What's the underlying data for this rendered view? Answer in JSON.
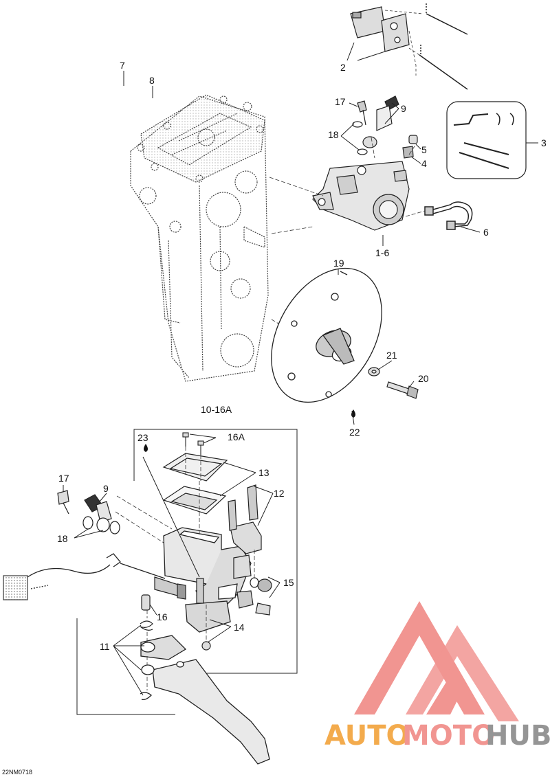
{
  "diagram": {
    "drawing_code": "22NM0718",
    "callouts": {
      "c2": "2",
      "c3": "3",
      "c4": "4",
      "c5": "5",
      "c6": "6",
      "c7": "7",
      "c8": "8",
      "c9a": "9",
      "c9b": "9",
      "c11": "11",
      "c12": "12",
      "c13": "13",
      "c14": "14",
      "c15": "15",
      "c16": "16",
      "c16a": "16A",
      "c17a": "17",
      "c17b": "17",
      "c18a": "18",
      "c18b": "18",
      "c19": "19",
      "c20": "20",
      "c21": "21",
      "c22": "22",
      "c23": "23",
      "c1_6": "1-6",
      "c10_16a": "10-16A"
    }
  },
  "watermark": {
    "text_part1": "AUTO",
    "text_part2": "MOTO",
    "text_part3": "HUB",
    "colors": {
      "orange": "#f2a23a",
      "red": "#f08a86",
      "gray": "#8a8a8a"
    }
  }
}
